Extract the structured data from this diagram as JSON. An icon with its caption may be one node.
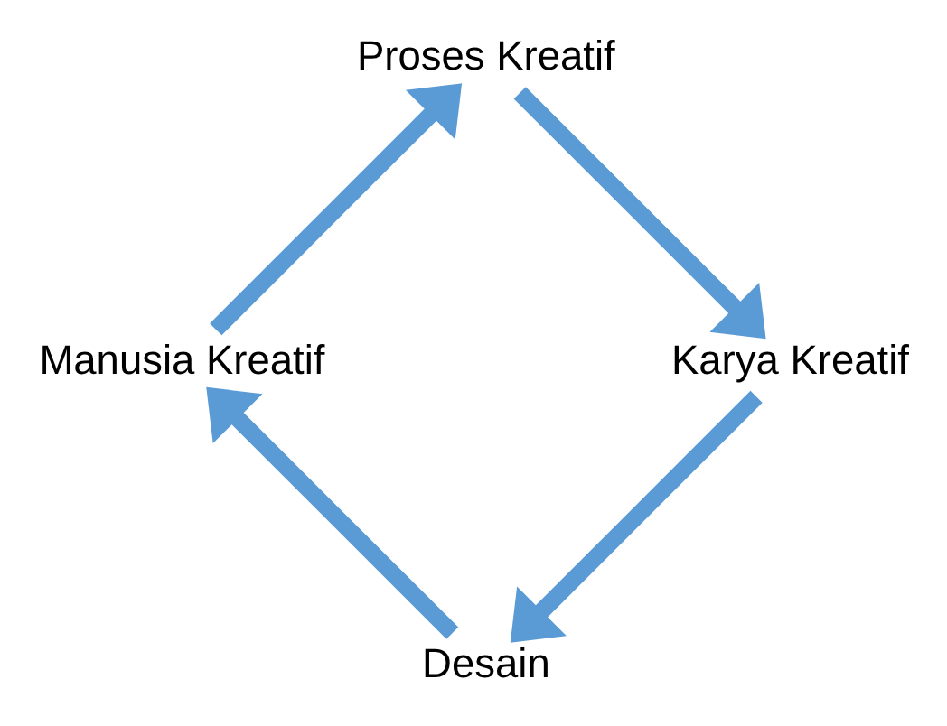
{
  "diagram": {
    "nodes": [
      {
        "text": [
          "Desain"
        ]
      },
      {
        "text": [
          "Manusia Kreatif"
        ]
      },
      {
        "text": [
          "Proses Kreatif"
        ]
      },
      {
        "text": [
          "Karya Kreatif"
        ]
      }
    ],
    "edges": [
      {
        "from": 0,
        "to": 1,
        "arrow": "to"
      },
      {
        "from": 1,
        "to": 2,
        "arrow": "to"
      },
      {
        "from": 2,
        "to": 3,
        "arrow": "to"
      },
      {
        "from": 3,
        "to": 0,
        "arrow": "to"
      }
    ]
  }
}
